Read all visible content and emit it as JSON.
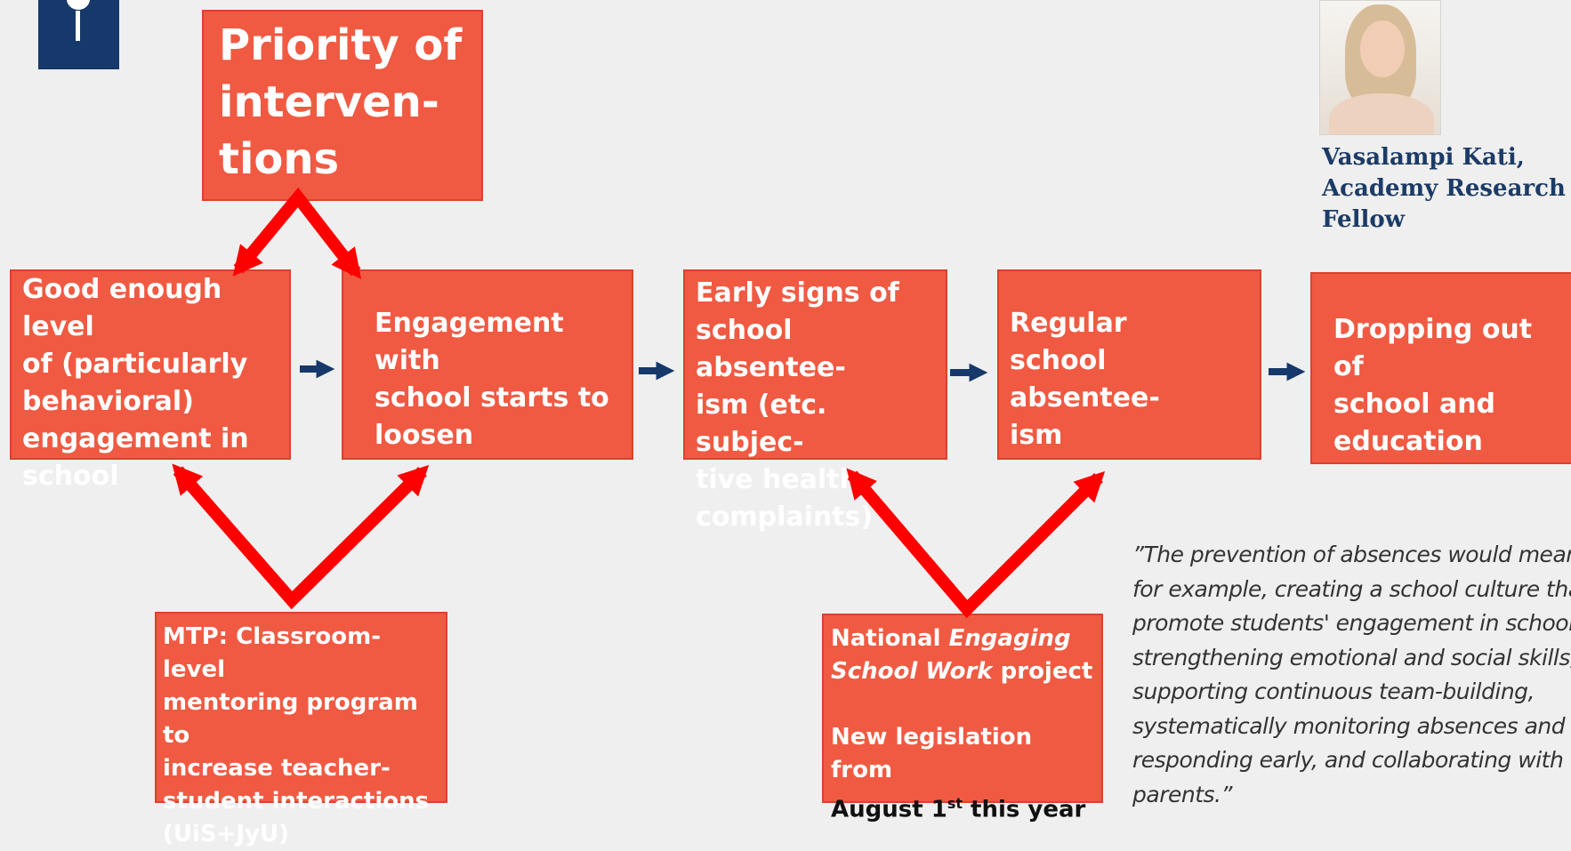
{
  "title_box": {
    "lines": [
      "Priority of",
      "interven-",
      "tions"
    ]
  },
  "stages": [
    {
      "lines": [
        "Good enough level",
        "of (particularly",
        "behavioral)",
        "engagement in",
        "school"
      ]
    },
    {
      "lines": [
        "Engagement with",
        "school starts to",
        "loosen"
      ]
    },
    {
      "lines": [
        "Early signs of",
        "school absentee-",
        "ism (etc. subjec-",
        "tive health",
        "complaints)"
      ]
    },
    {
      "lines": [
        "Regular",
        "school absentee-",
        "ism"
      ]
    },
    {
      "lines": [
        "Dropping out of",
        "school and",
        "education"
      ]
    }
  ],
  "mtp_box": {
    "lines": [
      "MTP: Classroom-level",
      "mentoring program to",
      "increase teacher-",
      "student interactions",
      "(UiS+JyU)"
    ]
  },
  "national_box": {
    "line1_normal": "National ",
    "line1_italic": "Engaging",
    "line2_italic": "School Work",
    "line2_normal": " project",
    "line3": "New legislation from",
    "line4_a": "August 1",
    "line4_sup": "st",
    "line4_b": " this year"
  },
  "person": {
    "caption_lines": [
      "Vasalampi Kati,",
      "Academy Research",
      "Fellow"
    ]
  },
  "quote": {
    "lines": [
      "”The prevention of absences would mean,",
      "for example, creating a school culture that",
      "promote students' engagement in school,",
      "strengthening emotional and social skills,",
      "supporting continuous team-building,",
      "systematically monitoring absences and",
      "responding early, and collaborating with",
      "parents.”"
    ]
  },
  "colors": {
    "box_fill": "#f05a42",
    "box_border": "#d9432c",
    "connector_red": "#ff0000",
    "flow_arrow": "#16386a",
    "caption_text": "#1c3b66",
    "background": "#efefef"
  },
  "icons": [
    "logo-icon",
    "portrait-photo"
  ]
}
